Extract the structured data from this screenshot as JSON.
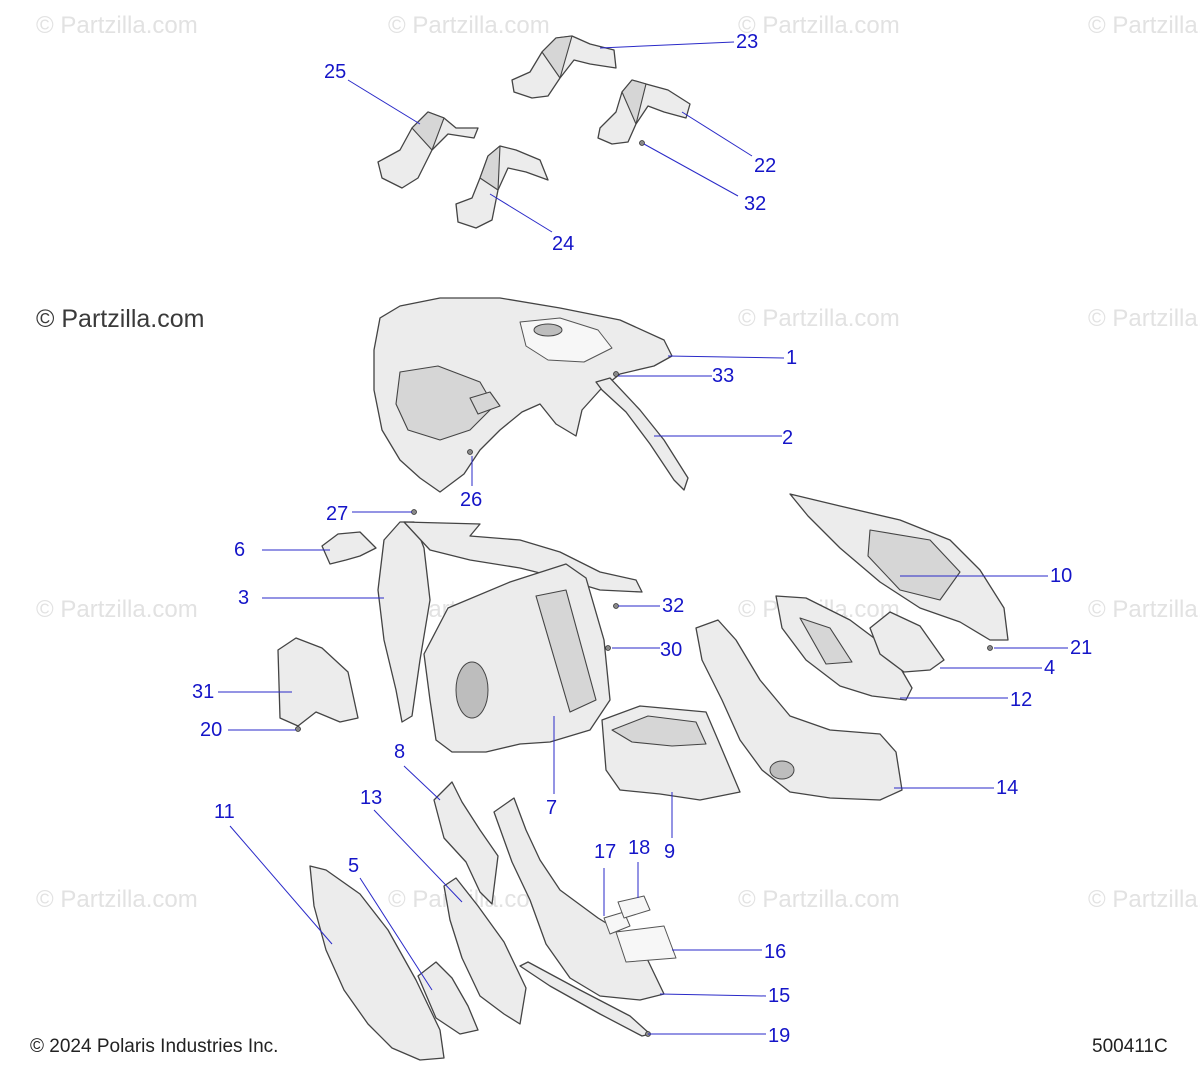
{
  "watermark": "© Partzilla.com",
  "copyright": "© 2024 Polaris Industries Inc.",
  "diagram_id": "500411C",
  "callouts": [
    "1",
    "2",
    "3",
    "4",
    "5",
    "6",
    "7",
    "8",
    "9",
    "10",
    "11",
    "12",
    "13",
    "14",
    "15",
    "16",
    "17",
    "18",
    "19",
    "20",
    "21",
    "22",
    "23",
    "24",
    "25",
    "26",
    "27",
    "30",
    "31",
    "32",
    "32",
    "33"
  ]
}
